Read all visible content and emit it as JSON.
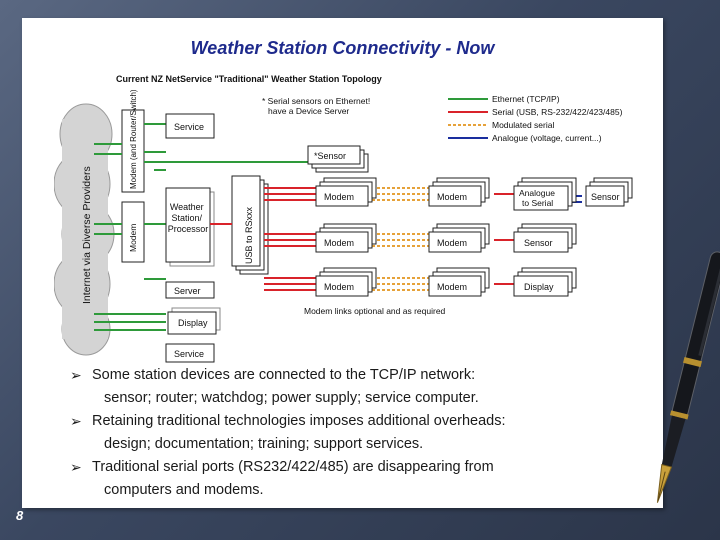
{
  "slide": {
    "title": "Weather Station Connectivity - Now",
    "page_number": "8"
  },
  "diagram": {
    "heading": "Current NZ NetService \"Traditional\" Weather Station Topology",
    "cloud_label": "Internet via Diverse Providers",
    "left_boxes": {
      "modem_router": "Modem (and Router/Switch)",
      "modem": "Modem"
    },
    "usb_label": "USB to RSxxx",
    "station_boxes": {
      "service_top": "Service",
      "weather_station": [
        "Weather",
        "Station/",
        "Processor"
      ],
      "server": "Server",
      "display": "Display",
      "service_bottom": "Service"
    },
    "note": [
      "* Serial sensors on Ethernet!",
      "have a Device Server"
    ],
    "sensor_star": "*Sensor",
    "row_boxes": {
      "row1": [
        "Modem",
        "Modem",
        [
          "Analogue",
          "to Serial"
        ],
        "Sensor"
      ],
      "row2": [
        "Modem",
        "Modem",
        "Sensor"
      ],
      "row3": [
        "Modem",
        "Modem",
        "Display"
      ]
    },
    "footnote": "Modem links optional and as required",
    "legend": [
      {
        "label": "Ethernet (TCP/IP)",
        "color": "#2e9a3a"
      },
      {
        "label": "Serial (USB, RS-232/422/423/485)",
        "color": "#d9232a"
      },
      {
        "label": "Modulated serial",
        "color": "#e6a23a"
      },
      {
        "label": "Analogue (voltage, current...)",
        "color": "#1a2e9e"
      }
    ]
  },
  "bullets": [
    {
      "lines": [
        "Some station devices are connected to the TCP/IP network:",
        "sensor;   router;   watchdog;   power supply;   service computer."
      ]
    },
    {
      "lines": [
        "Retaining traditional technologies imposes additional overheads:",
        "design;   documentation;   training;   support services."
      ]
    },
    {
      "lines": [
        "Traditional serial ports (RS232/422/485) are disappearing from",
        "computers and modems."
      ]
    }
  ]
}
